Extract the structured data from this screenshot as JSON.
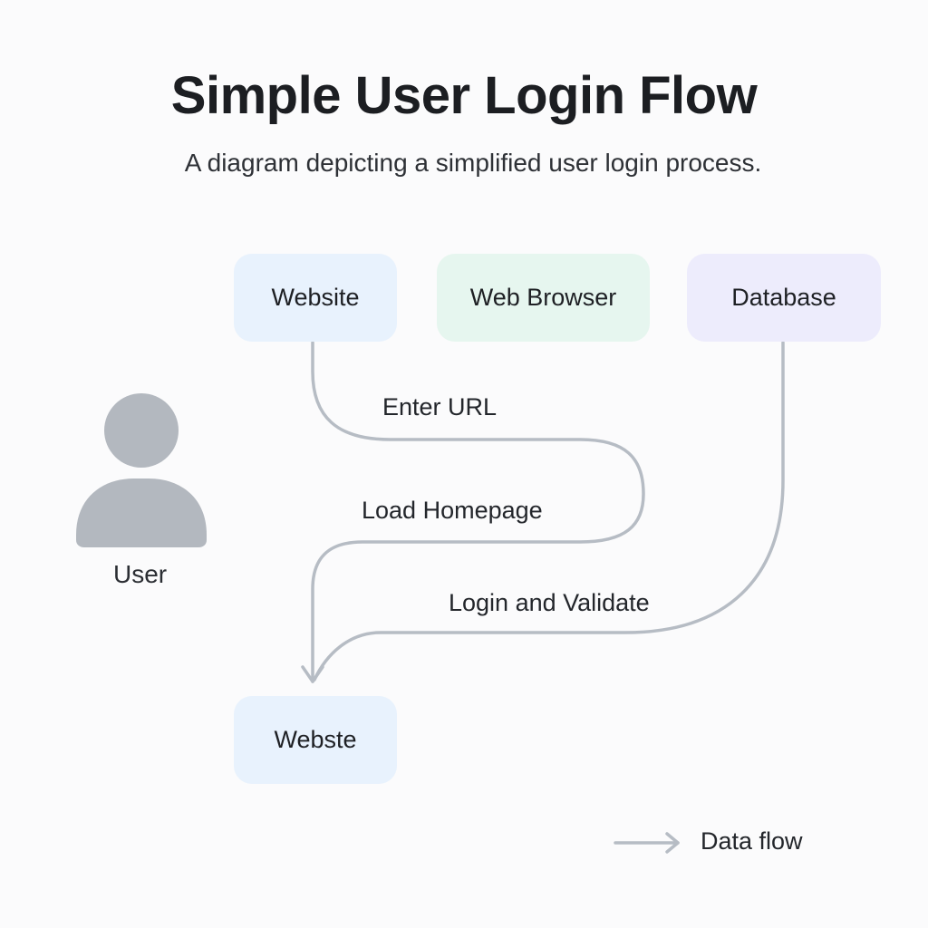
{
  "title": "Simple User Login Flow",
  "subtitle": "A diagram depicting a simplified user login process.",
  "actor": {
    "label": "User",
    "icon": "user-icon"
  },
  "nodes": {
    "website": "Website",
    "browser": "Web Browser",
    "database": "Database",
    "webste": "Webste"
  },
  "edges": {
    "enter_url": "Enter URL",
    "load_homepage": "Load Homepage",
    "login_validate": "Login and Validate"
  },
  "legend": {
    "label": "Data flow"
  },
  "colors": {
    "line": "#b6bcc4",
    "user_icon": "#b3b8bf",
    "node_blue": "#e8f2fd",
    "node_green": "#e6f6ef",
    "node_purple": "#edecfc"
  }
}
